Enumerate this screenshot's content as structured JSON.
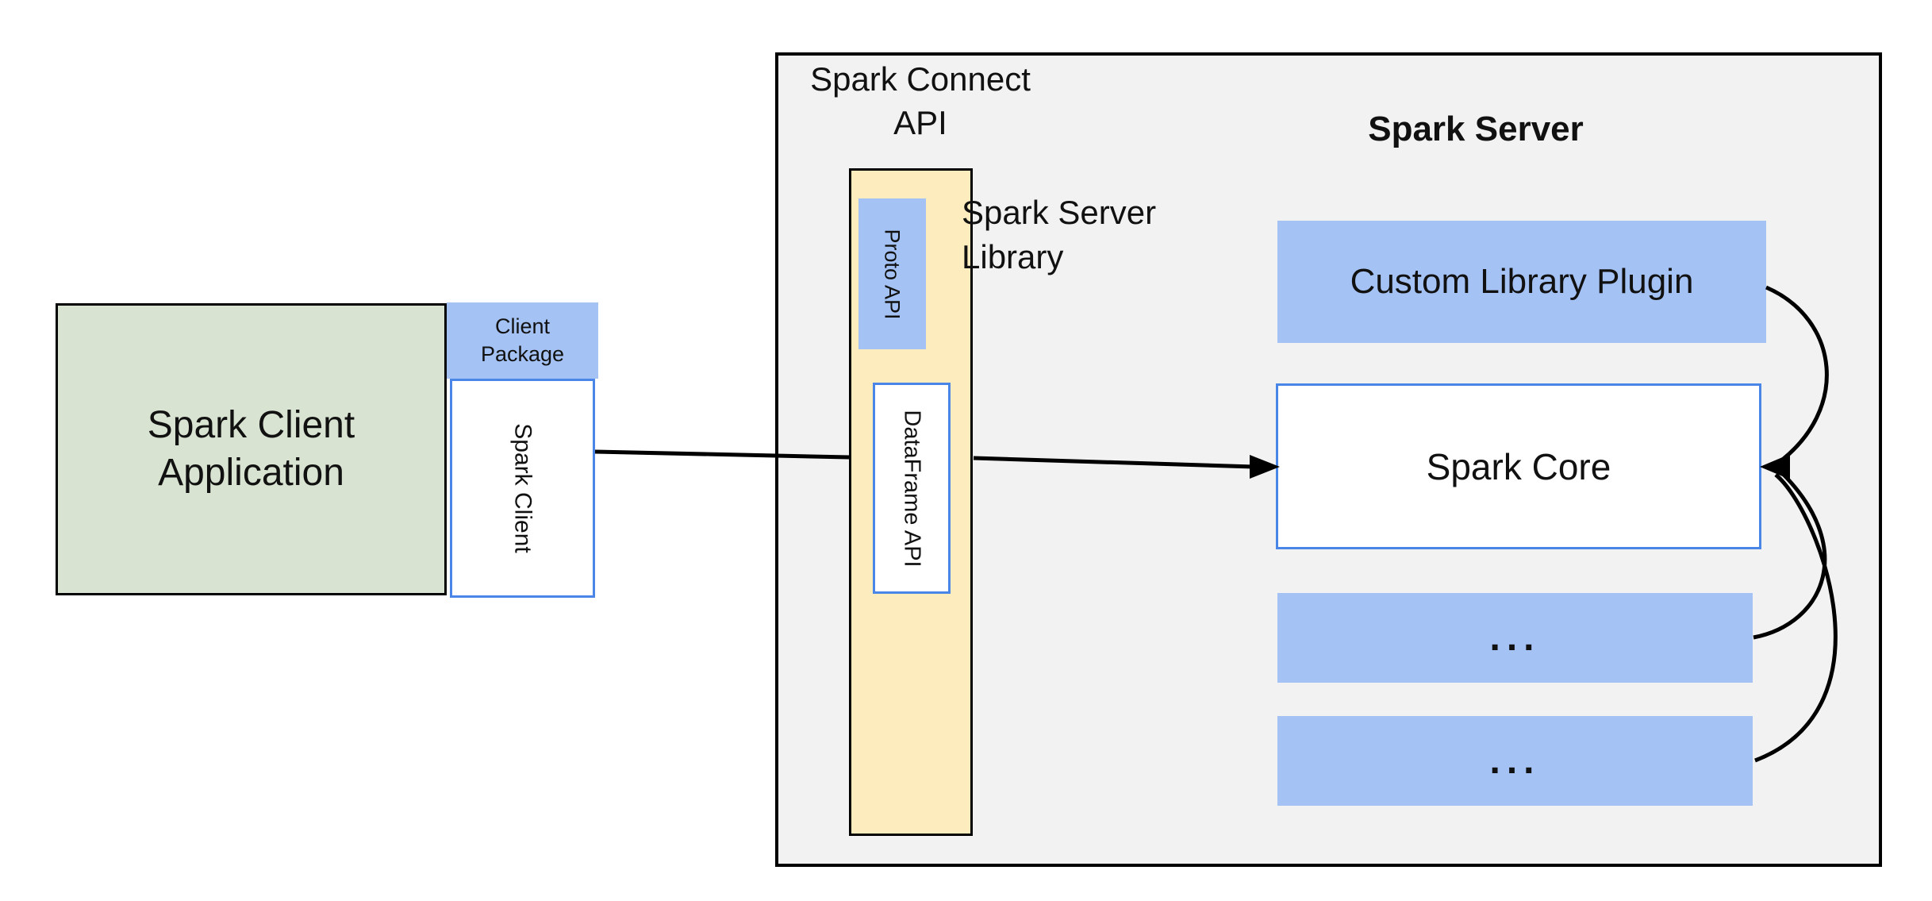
{
  "colors": {
    "green_fill": "#d8e4d1",
    "blue_fill": "#a4c2f4",
    "yellow_fill": "#fcecbe",
    "panel_fill": "#f2f2f2",
    "blue_border": "#4a86e8",
    "line": "#000000",
    "text": "#111111"
  },
  "client": {
    "app_label": "Spark Client Application",
    "package_label": "Client Package",
    "client_box_label": "Spark Client"
  },
  "connect_api": {
    "title_line1": "Spark Connect",
    "title_line2": "API",
    "proto_api_label": "Proto API",
    "dataframe_api_label": "DataFrame API",
    "server_library_line1": "Spark Server",
    "server_library_line2": "Library"
  },
  "spark_server": {
    "title": "Spark Server",
    "plugin_label": "Custom Library Plugin",
    "core_label": "Spark Core",
    "more_label_1": "...",
    "more_label_2": "..."
  }
}
